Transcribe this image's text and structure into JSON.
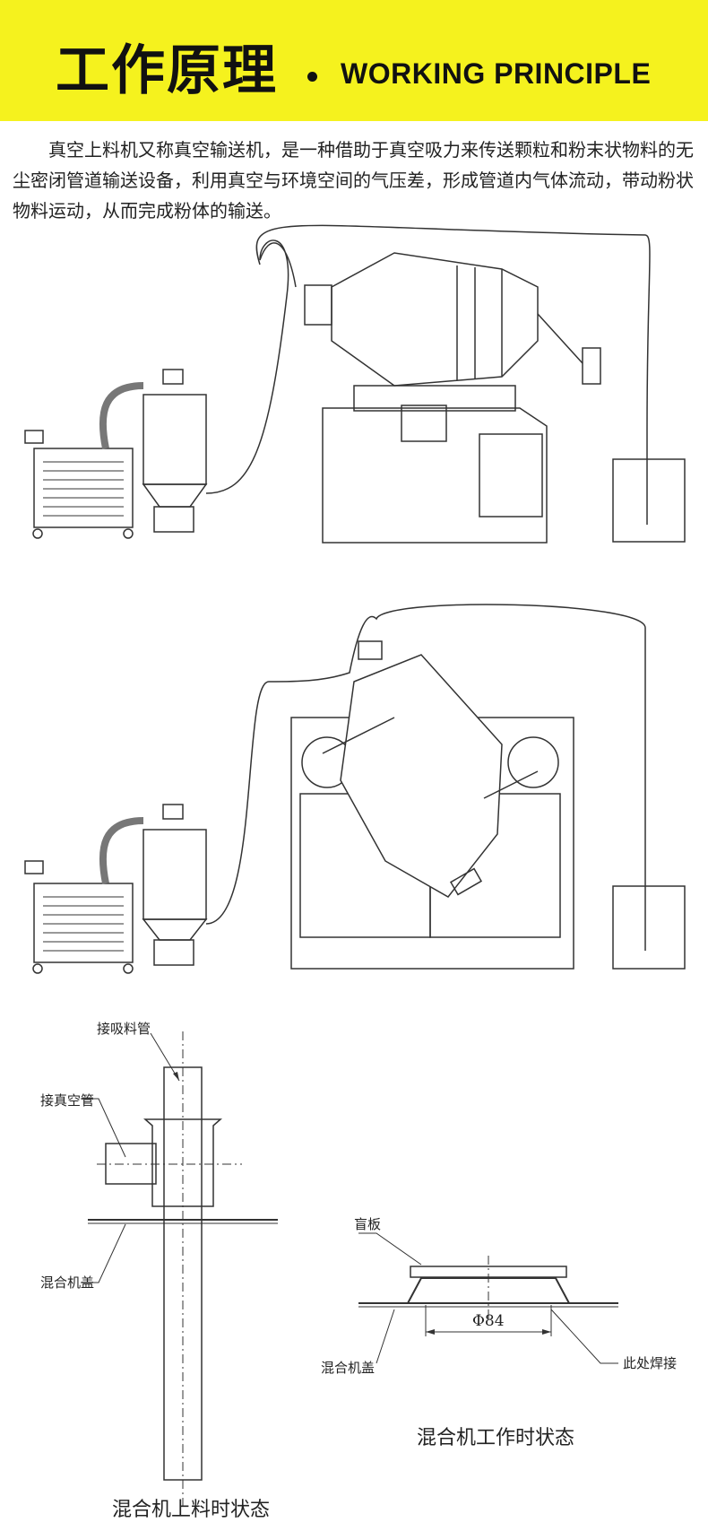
{
  "header": {
    "title_cn": "工作原理",
    "title_en": "WORKING PRINCIPLE"
  },
  "intro_text": "真空上料机又称真空输送机，是一种借助于真空吸力来传送颗粒和粉末状物料的无尘密闭管道输送设备，利用真空与环境空间的气压差，形成管道内气体流动，带动粉状物料运动，从而完成粉体的输送。",
  "diagram3": {
    "label_feed_pipe": "接吸料管",
    "label_vacuum_pipe": "接真空管",
    "label_mixer_cover": "混合机盖",
    "caption": "混合机上料时状态"
  },
  "diagram4": {
    "label_blind_plate": "盲板",
    "label_diameter": "Φ84",
    "label_mixer_cover": "混合机盖",
    "label_weld": "此处焊接",
    "caption": "混合机工作时状态"
  },
  "colors": {
    "banner": "#f5f21e",
    "line": "#333333"
  }
}
